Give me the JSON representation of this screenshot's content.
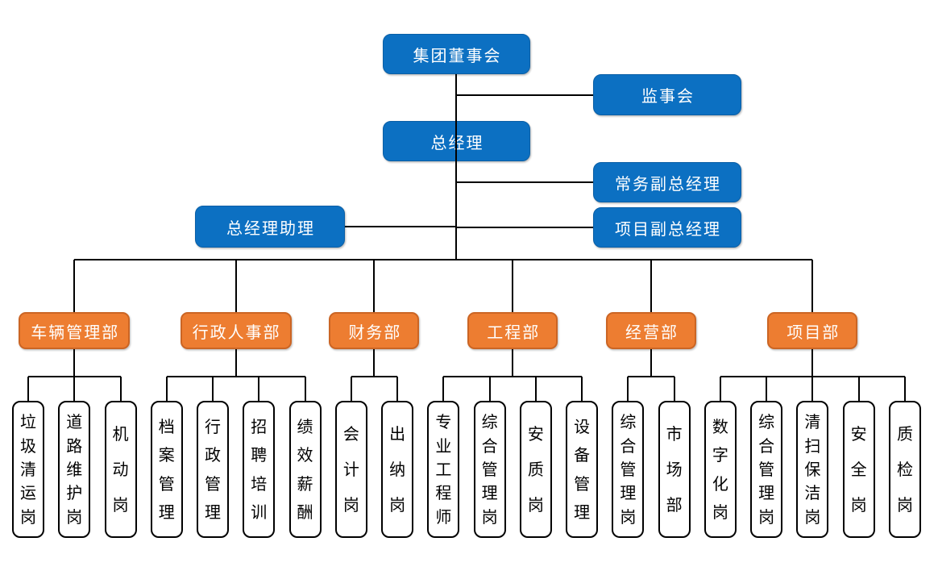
{
  "org": {
    "executives": {
      "board": "集团董事会",
      "supervisory": "监事会",
      "general_manager": "总经理",
      "executive_deputy_gm": "常务副总经理",
      "gm_assistant": "总经理助理",
      "project_deputy_gm": "项目副总经理"
    },
    "departments": [
      {
        "label": "车辆管理部",
        "children": [
          "垃圾清运岗",
          "道路维护岗",
          "机动岗"
        ]
      },
      {
        "label": "行政人事部",
        "children": [
          "档案管理",
          "行政管理",
          "招聘培训",
          "绩效薪酬"
        ]
      },
      {
        "label": "财务部",
        "children": [
          "会计岗",
          "出纳岗"
        ]
      },
      {
        "label": "工程部",
        "children": [
          "专业工程师",
          "综合管理岗",
          "安质岗",
          "设备管理"
        ]
      },
      {
        "label": "经营部",
        "children": [
          "综合管理岗",
          "市场部"
        ]
      },
      {
        "label": "项目部",
        "children": [
          "数字化岗",
          "综合管理岗",
          "清扫保洁岗",
          "安全岗",
          "质检岗"
        ]
      }
    ],
    "colors": {
      "executive_fill": "#0C70C2",
      "department_fill": "#ED7D31",
      "department_border": "#CB6524",
      "position_border": "#000000",
      "connector": "#000000"
    }
  }
}
